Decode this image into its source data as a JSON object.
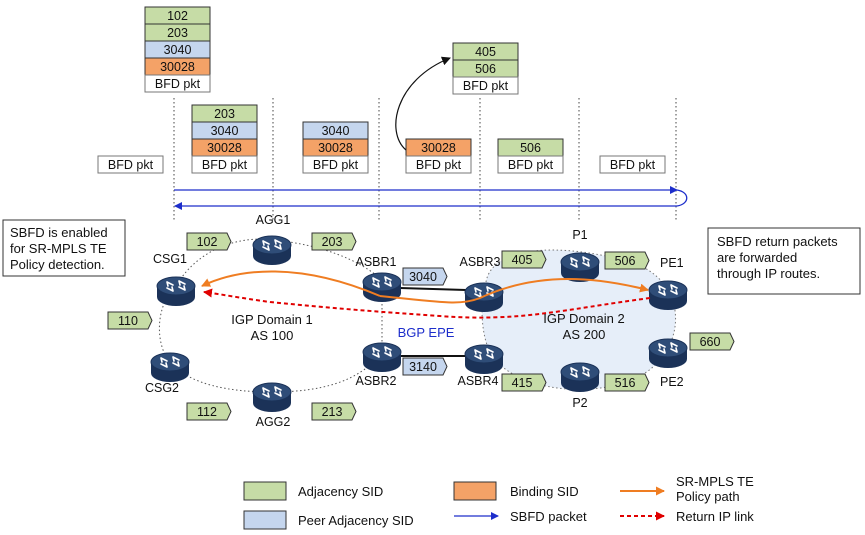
{
  "colors": {
    "adjacency_sid": "#c6dca6",
    "peer_adjacency_sid": "#c5d6ee",
    "binding_sid": "#f4a267",
    "bfd_pkt": "#ffffff",
    "sbfd_packet": "#1d2ecb",
    "policy_path": "#ef7d22",
    "return_ip_link": "#e00000",
    "domain2_fill": "#e6eef9",
    "router": "#2f4d78"
  },
  "stacks": [
    [
      "102",
      "203",
      "3040",
      "30028",
      "BFD pkt"
    ],
    [
      "203",
      "3040",
      "30028",
      "BFD pkt"
    ],
    [
      "3040",
      "30028",
      "BFD pkt"
    ],
    [
      "30028",
      "BFD pkt"
    ],
    [
      "405",
      "506",
      "BFD pkt"
    ],
    [
      "506",
      "BFD pkt"
    ],
    [
      "BFD pkt"
    ],
    [
      "BFD pkt"
    ]
  ],
  "routers": {
    "csg1": "CSG1",
    "csg2": "CSG2",
    "agg1": "AGG1",
    "agg2": "AGG2",
    "asbr1": "ASBR1",
    "asbr2": "ASBR2",
    "asbr3": "ASBR3",
    "asbr4": "ASBR4",
    "p1": "P1",
    "p2": "P2",
    "pe1": "PE1",
    "pe2": "PE2"
  },
  "sid_tags": {
    "csg1_agg1": "102",
    "agg1_asbr1": "203",
    "csg1_csg2": "110",
    "csg2_agg2": "112",
    "agg2_asbr2": "213",
    "asbr1_asbr3": "3040",
    "asbr2_asbr4": "3140",
    "asbr3_p1": "405",
    "p1_pe1": "506",
    "pe1_pe2": "660",
    "asbr4_p2": "415",
    "p2_pe2": "516"
  },
  "domains": {
    "domain1_line1": "IGP Domain 1",
    "domain1_line2": "AS 100",
    "domain2_line1": "IGP Domain 2",
    "domain2_line2": "AS 200",
    "bgp_epe": "BGP EPE"
  },
  "callouts": {
    "left": [
      "SBFD is enabled",
      "for SR-MPLS TE",
      "Policy detection."
    ],
    "right": [
      "SBFD return packets",
      "are forwarded",
      "through IP routes."
    ]
  },
  "legend": {
    "adjacency_sid": "Adjacency SID",
    "peer_adjacency_sid": "Peer Adjacency SID",
    "binding_sid": "Binding SID",
    "sbfd_packet": "SBFD packet",
    "policy_path_line1": "SR-MPLS TE",
    "policy_path_line2": "Policy path",
    "return_ip_link": "Return IP link"
  }
}
